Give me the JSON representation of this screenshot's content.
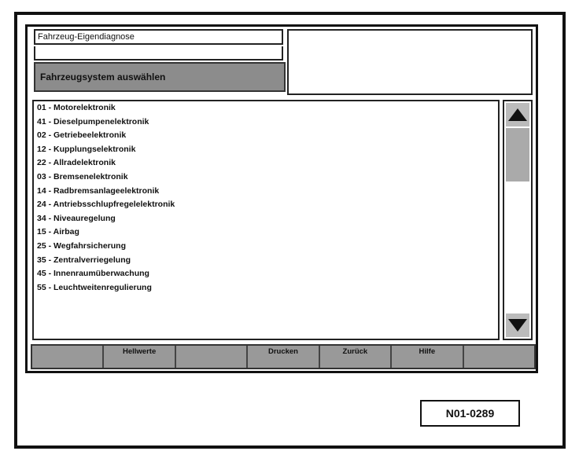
{
  "window": {
    "title": "Fahrzeug-Eigendiagnose",
    "selection": "Fahrzeugsystem auswählen"
  },
  "systems": [
    {
      "label": "01 - Motorelektronik"
    },
    {
      "label": "41 - Dieselpumpenelektronik"
    },
    {
      "label": "02 - Getriebeelektronik"
    },
    {
      "label": "12 - Kupplungselektronik"
    },
    {
      "label": "22 - Allradelektronik"
    },
    {
      "label": "03 - Bremsenelektronik"
    },
    {
      "label": "14 - Radbremsanlageelektronik"
    },
    {
      "label": "24 - Antriebsschlupfregelelektronik"
    },
    {
      "label": "34 - Niveauregelung"
    },
    {
      "label": "15 - Airbag"
    },
    {
      "label": "25 - Wegfahrsicherung"
    },
    {
      "label": "35 - Zentralverriegelung"
    },
    {
      "label": "45 - Innenraumüberwachung"
    },
    {
      "label": "55 - Leuchtweitenregulierung"
    }
  ],
  "function_bar": {
    "buttons": [
      {
        "label": ""
      },
      {
        "label": "Hellwerte"
      },
      {
        "label": ""
      },
      {
        "label": "Drucken"
      },
      {
        "label": "Zurück"
      },
      {
        "label": "Hilfe"
      },
      {
        "label": ""
      }
    ]
  },
  "figure_label": "N01-0289",
  "colors": {
    "selection_bg": "#8c8c8c",
    "button_bar_bg": "#999999",
    "scroll_thumb": "#aaaaaa"
  }
}
